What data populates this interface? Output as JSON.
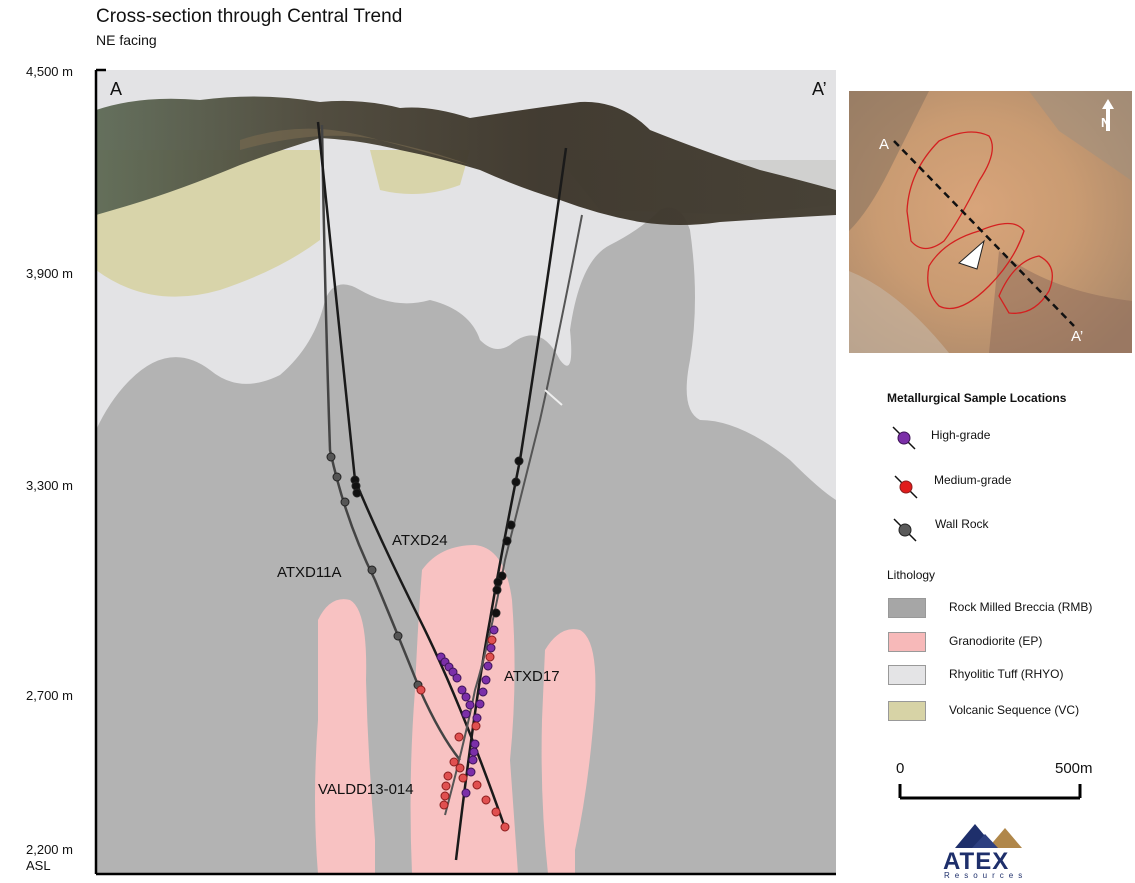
{
  "header": {
    "title": "Cross-section through Central Trend",
    "subtitle": "NE facing"
  },
  "section": {
    "left_label": "A",
    "right_label": "A’",
    "elevation_ticks": [
      "4,500 m",
      "3,900 m",
      "3,300 m",
      "2,700 m",
      "2,200 m"
    ],
    "elevation_unit_note": "ASL",
    "drillholes": [
      "ATXD24",
      "ATXD11A",
      "ATXD17",
      "VALDD13-014"
    ]
  },
  "inset_map": {
    "start_label": "A",
    "end_label": "A’",
    "north_label": "N"
  },
  "legend": {
    "samples_title": "Metallurgical Sample Locations",
    "samples": [
      {
        "label": "High-grade",
        "color": "#7b2fa8"
      },
      {
        "label": "Medium-grade",
        "color": "#e01b1b"
      },
      {
        "label": "Wall Rock",
        "color": "#5a5a5a"
      }
    ],
    "lithology_title": "Lithology",
    "lithology": [
      {
        "label": "Rock Milled Breccia (RMB)",
        "color": "#a6a6a6"
      },
      {
        "label": "Granodiorite (EP)",
        "color": "#f7b9b9"
      },
      {
        "label": "Rhyolitic Tuff (RHYO)",
        "color": "#e4e4e6"
      },
      {
        "label": "Volcanic Sequence (VC)",
        "color": "#d7d3a6"
      }
    ]
  },
  "scale_bar": {
    "start": "0",
    "end": "500m"
  },
  "logo": {
    "name": "ATEX",
    "tagline": "Resources"
  },
  "colors": {
    "rmb": "#b3b3b3",
    "granodiorite": "#f8c2c2",
    "rhyolite": "#e3e3e5",
    "volcanic": "#d8d4aa",
    "high_grade": "#7b2fa8",
    "medium_grade": "#e04848",
    "wall_rock": "#555555"
  }
}
